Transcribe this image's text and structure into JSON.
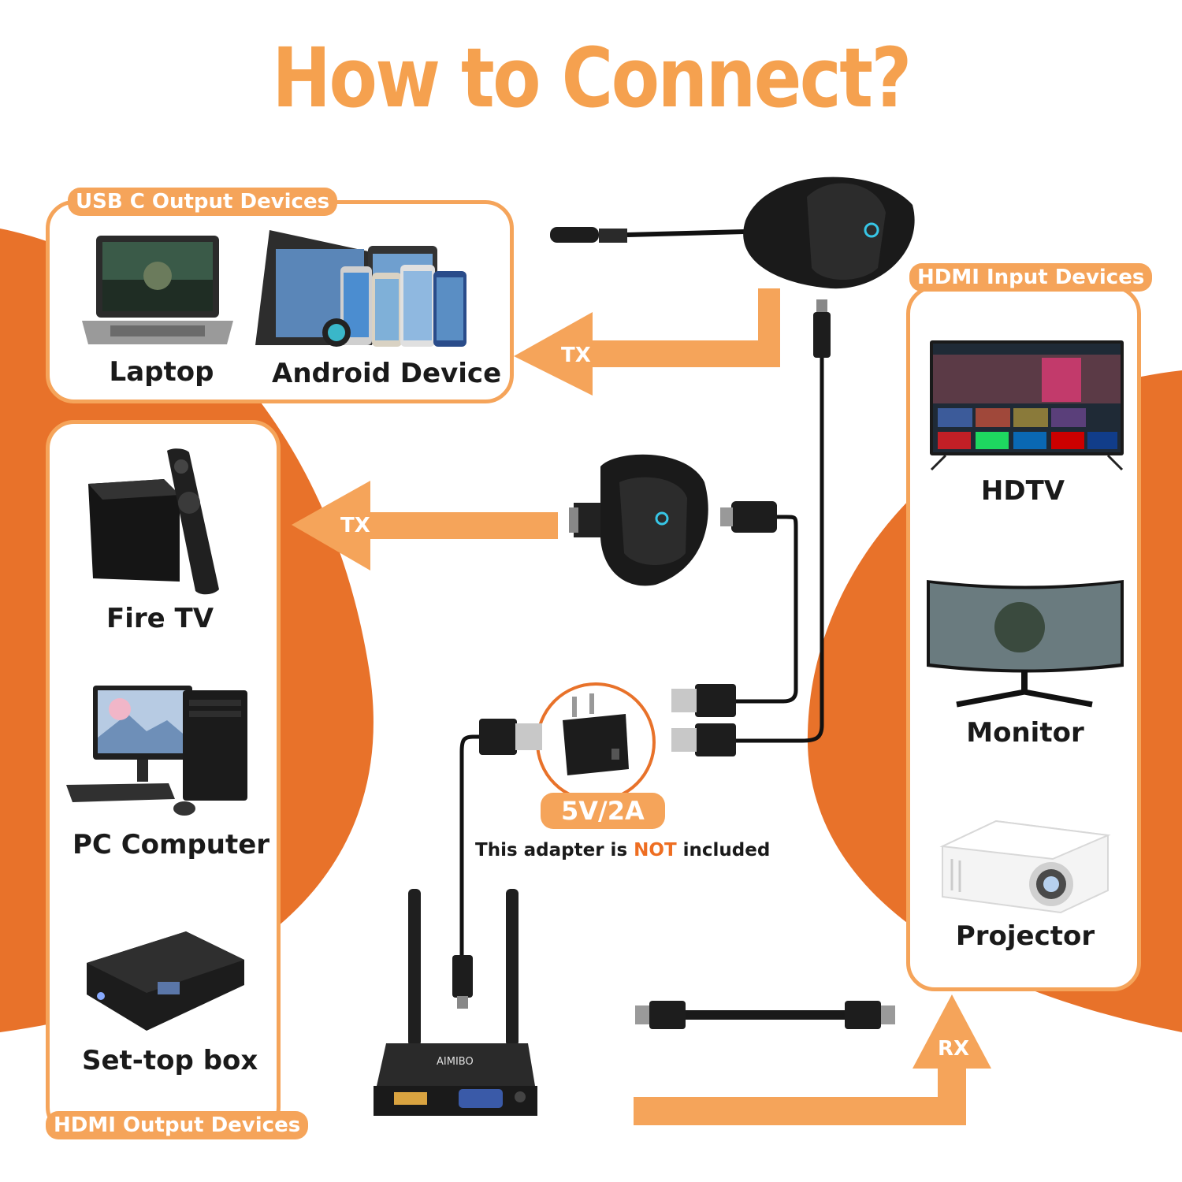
{
  "title": "How to Connect?",
  "groups": {
    "usb_c_output": {
      "tag": "USB C Output Devices",
      "devices": [
        "Laptop",
        "Android Device"
      ]
    },
    "hdmi_output": {
      "tag": "HDMI Output Devices",
      "devices": [
        "Fire TV",
        "PC Computer",
        "Set-top box"
      ]
    },
    "hdmi_input": {
      "tag": "HDMI Input Devices",
      "devices": [
        "HDTV",
        "Monitor",
        "Projector"
      ]
    }
  },
  "arrows": {
    "tx_top": "TX",
    "tx_mid": "TX",
    "rx": "RX"
  },
  "power": {
    "badge": "5V/2A",
    "note_before": "This adapter is ",
    "note_highlight": "NOT",
    "note_after": " included"
  },
  "receiver_brand": "AIMIBO",
  "colors": {
    "title": "#f5a14f",
    "accent": "#f5a45a",
    "background_shape": "#e8722a",
    "highlight": "#ee6e22"
  }
}
